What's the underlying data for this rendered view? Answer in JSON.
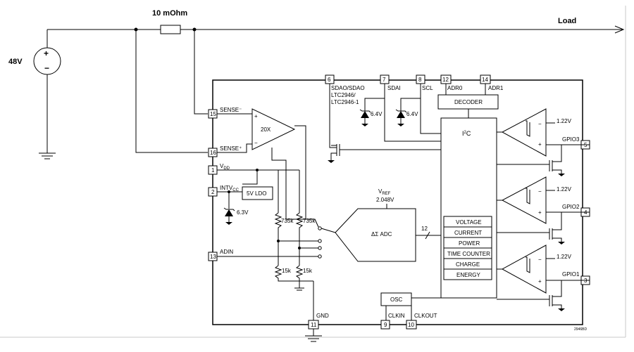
{
  "external": {
    "source_voltage": "48V",
    "sense_resistor": "10 mOhm",
    "load": "Load"
  },
  "pins": {
    "sense_minus": {
      "num": "15",
      "label": "SENSE⁻"
    },
    "sense_plus": {
      "num": "16",
      "label": "SENSE⁺"
    },
    "vdd": {
      "num": "1",
      "label": "V",
      "sub": "DD"
    },
    "intvcc": {
      "num": "2",
      "label": "INTV",
      "sub": "CC"
    },
    "adin": {
      "num": "13",
      "label": "ADIN"
    },
    "gnd": {
      "num": "11",
      "label": "GND"
    },
    "sdao": {
      "num": "6",
      "label": "SDAO/SDAO"
    },
    "sdai": {
      "num": "7",
      "label": "SDAI"
    },
    "scl": {
      "num": "8",
      "label": "SCL"
    },
    "adr0": {
      "num": "12",
      "label": "ADR0"
    },
    "adr1": {
      "num": "14",
      "label": "ADR1"
    },
    "clkin": {
      "num": "9",
      "label": "CLKIN"
    },
    "clkout": {
      "num": "10",
      "label": "CLKOUT"
    },
    "gpio3": {
      "num": "5",
      "label": "GPIO3"
    },
    "gpio2": {
      "num": "4",
      "label": "GPIO2"
    },
    "gpio1": {
      "num": "3",
      "label": "GPIO1"
    }
  },
  "internal": {
    "part_names": [
      "LTC2946/",
      "LTC2946-1"
    ],
    "amp_gain": "20X",
    "ldo": "5V LDO",
    "adc": "ΔΣ ADC",
    "vref_label": "V",
    "vref_sub": "REF",
    "vref_value": "2.048V",
    "adc_bits": "12",
    "decoder": "DECODER",
    "i2c_main": "I",
    "i2c_sup": "2",
    "i2c_end": "C",
    "osc": "OSC",
    "zener_intvcc": "6.3V",
    "zener_sdao": "6.4V",
    "zener_sdai": "6.4V",
    "divider_top_left": "735k",
    "divider_top_right": "735k",
    "divider_bot_left": "15k",
    "divider_bot_right": "15k",
    "comparator_ref": "1.22V",
    "registers": [
      "VOLTAGE",
      "CURRENT",
      "POWER",
      "TIME COUNTER",
      "CHARGE",
      "ENERGY"
    ],
    "figure_id": "2946BD"
  }
}
